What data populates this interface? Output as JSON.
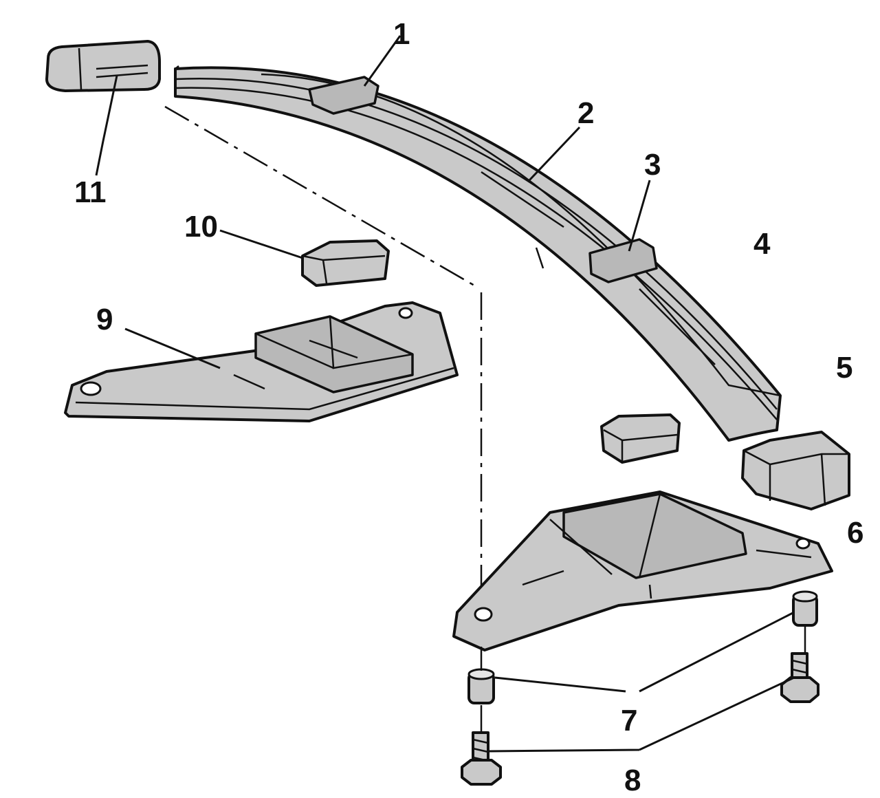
{
  "diagram": {
    "type": "exploded-view",
    "labels": [
      "1",
      "2",
      "3",
      "4",
      "5",
      "6",
      "7",
      "8",
      "9",
      "10",
      "11"
    ],
    "colors": {
      "fill": "#c9c9c9",
      "line": "#111111"
    }
  }
}
